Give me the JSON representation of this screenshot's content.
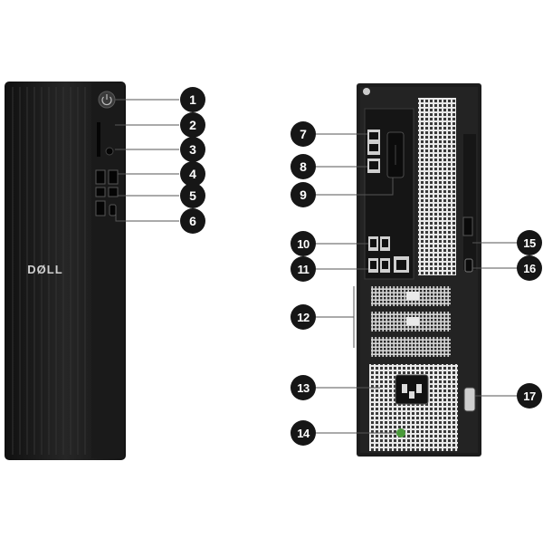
{
  "front_panel": {
    "brand_logo": "DØLL",
    "callouts": [
      "1",
      "2",
      "3",
      "4",
      "5",
      "6"
    ]
  },
  "back_panel": {
    "callouts": [
      "7",
      "8",
      "9",
      "10",
      "11",
      "12",
      "13",
      "14",
      "15",
      "16",
      "17"
    ]
  },
  "colors": {
    "chassis": "#1c1c1c",
    "callout_bg": "#161616",
    "callout_text": "#ffffff",
    "leader_line": "#555555"
  }
}
